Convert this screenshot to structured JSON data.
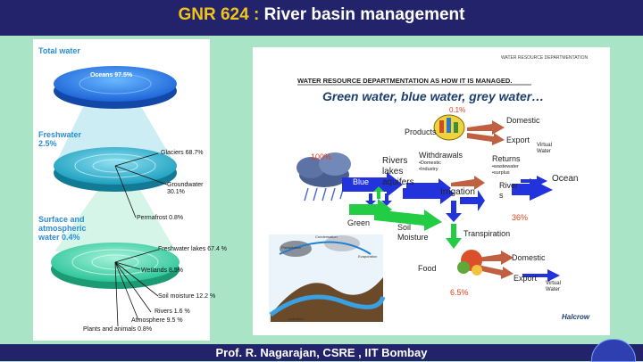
{
  "header": {
    "code": "GNR 624 :",
    "title": "River basin management"
  },
  "footer": {
    "text": "Prof. R. Nagarajan, CSRE , IIT Bombay"
  },
  "left_figure": {
    "total_water_label": "Total water",
    "oceans": "Oceans 97.5%",
    "freshwater_label_1": "Freshwater",
    "freshwater_label_2": "2.5%",
    "glaciers": "Glaciers 68.7%",
    "groundwater_1": "Groundwater",
    "groundwater_2": "30.1%",
    "permafrost": "Permafrost 0.8%",
    "surface_label_1": "Surface and",
    "surface_label_2": "atmospheric",
    "surface_label_3": "water 0.4%",
    "freshwater_lakes": "Freshwater lakes 67.4 %",
    "wetlands": "Wetlands 8.5%",
    "soil_moisture": "Soil moisture 12.2 %",
    "rivers": "Rivers 1.6 %",
    "atmosphere": "Atmosphere 9.5 %",
    "plants_animals": "Plants and animals 0.8%"
  },
  "right_figure": {
    "top_right": "WATER RESOURCE DEPARTMENTATION",
    "heading": "WATER RESOURCE DEPARTMENTATION AS HOW IT IS MANAGED.",
    "subtitle": "Green water, blue water, grey water…",
    "pct_01": "0.1%",
    "products": "Products",
    "domestic_top": "Domestic",
    "export_top": "Export",
    "virtual_water_top_1": "Virtual",
    "virtual_water_top_2": "Water",
    "pct_100": "100%",
    "rivers_lakes_1": "Rivers",
    "rivers_lakes_2": "lakes",
    "rivers_lakes_3": "aquifers",
    "withdrawals": "Withdrawals",
    "withdrawals_sub_1": "•Domestic",
    "withdrawals_sub_2": "•Industry",
    "returns": "Returns",
    "returns_sub_1": "•wastewater",
    "returns_sub_2": "•surplus",
    "blue": "Blue",
    "irrigation": "Irrigation",
    "rivers_right_1": "River",
    "rivers_right_2": "s",
    "ocean": "Ocean",
    "pct_36": "36%",
    "green": "Green",
    "soil_1": "Soil",
    "soil_2": "Moisture",
    "transpiration": "Transpiration",
    "food": "Food",
    "domestic_bottom": "Domestic",
    "export_bottom": "Export",
    "virtual_water_bottom_1": "Virtual",
    "virtual_water_bottom_2": "Water",
    "pct_65": "6.5%",
    "halcrow": "Halcrow",
    "diagram_condensation": "Condensation",
    "diagram_precipitation": "Precipitation",
    "diagram_evaporation": "Evaporation",
    "diagram_infiltration": "Infiltration"
  },
  "colors": {
    "background": "#a9e4c7",
    "bar": "#23236b",
    "title_code": "#f0c419",
    "blue_arrow": "#2233dd",
    "green_arrow": "#22cc44",
    "brown_arrow": "#c06040",
    "red_text": "#e0401a"
  }
}
